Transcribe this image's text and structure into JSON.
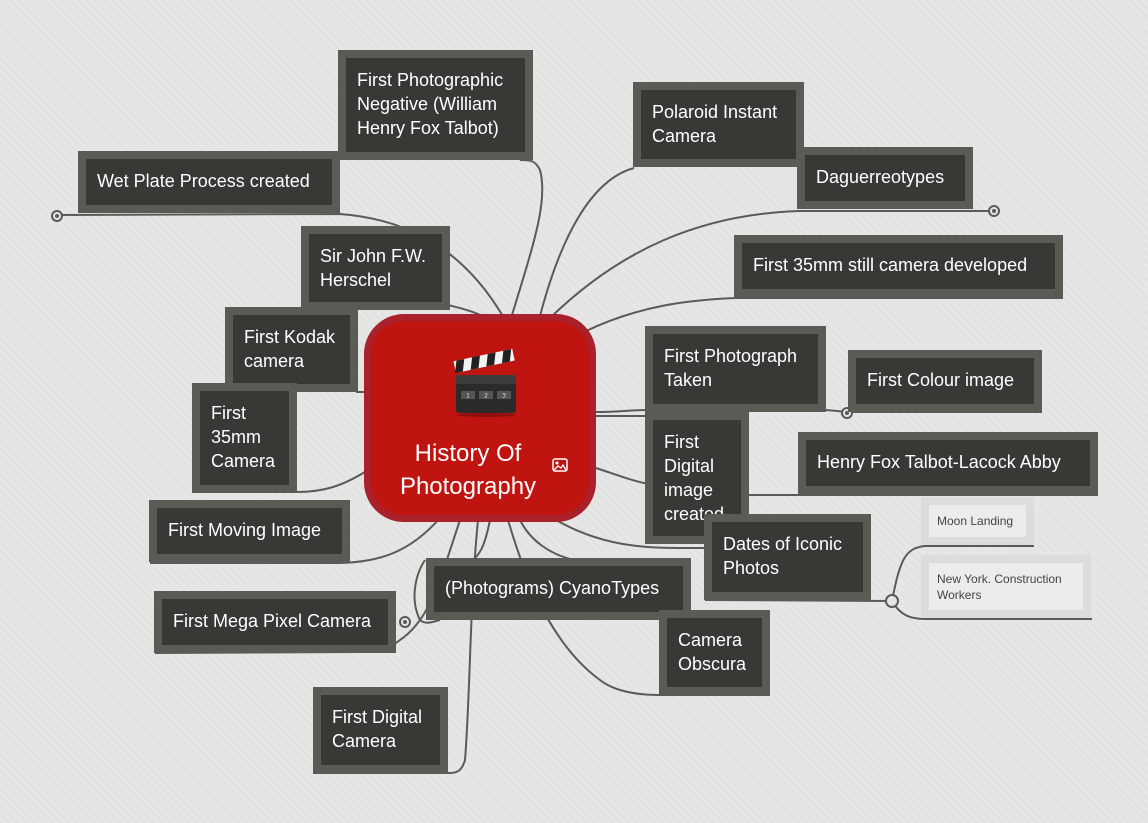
{
  "central_topic": {
    "title": "History Of\nPhotography",
    "icon": "clapperboard-icon"
  },
  "topics": {
    "first_negative": "First Photographic\nNegative (William\nHenry Fox Talbot)",
    "wet_plate": "Wet Plate Process created",
    "herschel": "Sir John F.W.\nHerschel",
    "kodak": "First Kodak\ncamera",
    "first_35mm": "First\n35mm\nCamera",
    "moving_image": "First Moving Image",
    "mega_pixel": "First Mega Pixel Camera",
    "digital_camera": "First Digital\nCamera",
    "cyanotypes": "(Photograms) CyanoTypes",
    "camera_obscura": "Camera\nObscura",
    "polaroid": "Polaroid Instant\nCamera",
    "daguerreotypes": "Daguerreotypes",
    "still_35mm": "First 35mm still camera developed",
    "first_photograph": "First Photograph\nTaken",
    "colour_image": "First Colour image",
    "digital_image": "First\nDigital\nimage\ncreated",
    "talbot_lacock": "Henry Fox Talbot-Lacock Abby",
    "iconic_photos": "Dates of Iconic\nPhotos",
    "moon_landing": "Moon Landing",
    "construction": "New York. Construction\nWorkers"
  },
  "colors": {
    "background": "#e6e6e6",
    "central_fill": "#c01410",
    "central_border": "#a8212b",
    "node_fill": "#383834",
    "node_border": "#5b5b56",
    "connector": "#5a5a5a"
  }
}
